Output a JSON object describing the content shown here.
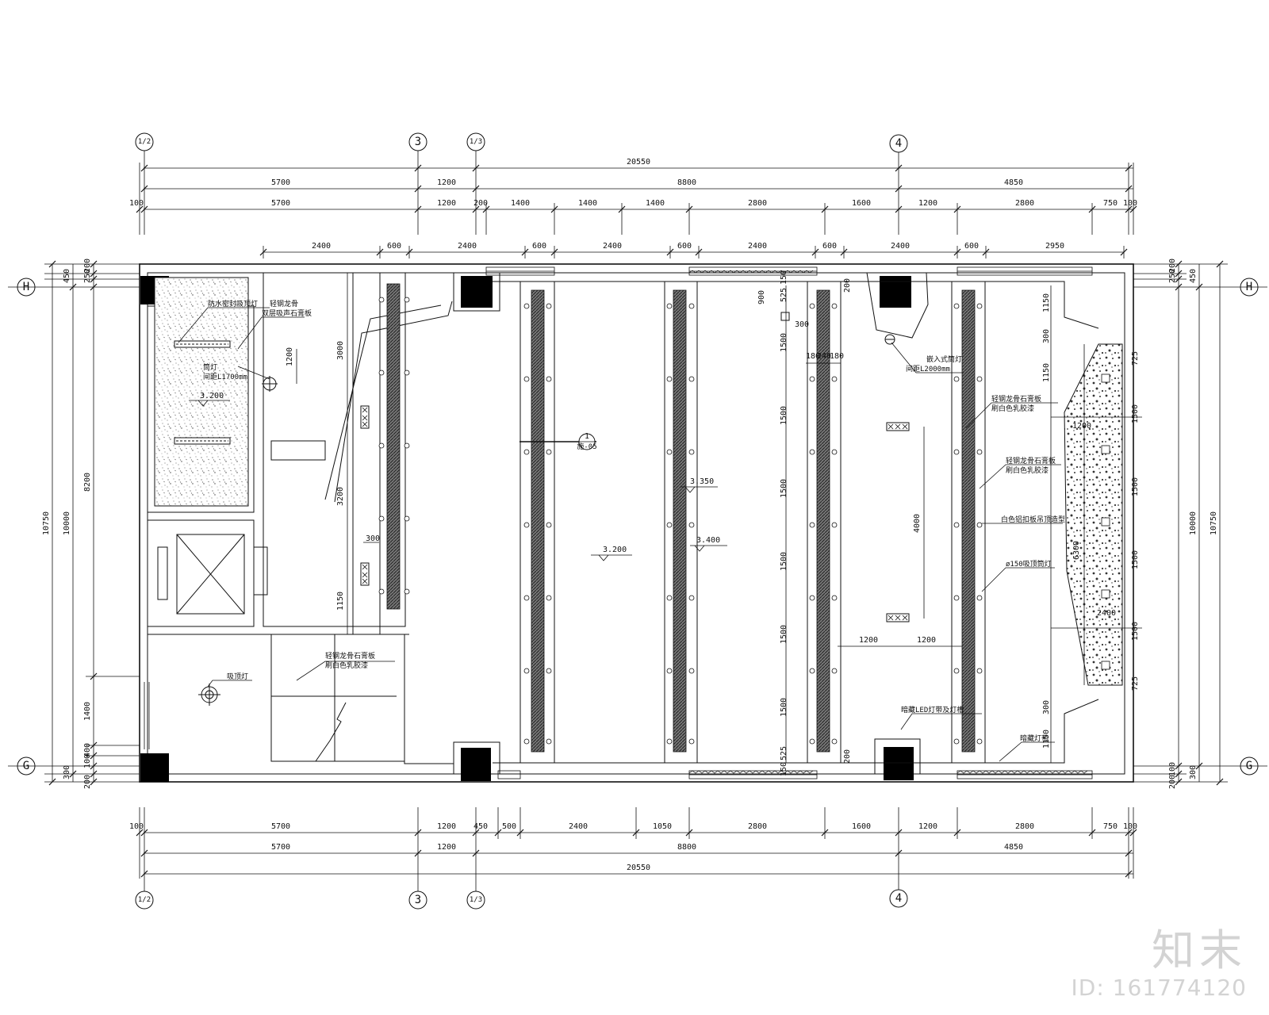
{
  "axes": {
    "half2": "1/2",
    "a3": "3",
    "half3": "1/3",
    "a4": "4",
    "H": "H",
    "G": "G"
  },
  "dims_top": {
    "total": "20550",
    "major": [
      "5700",
      "1200",
      "8800",
      "4850"
    ],
    "minor": [
      "100",
      "5700",
      "1200",
      "200",
      "1400",
      "1400",
      "1400",
      "2800",
      "1600",
      "1200",
      "2800",
      "750",
      "100"
    ],
    "modules": [
      "2400",
      "600",
      "2400",
      "600",
      "2400",
      "600",
      "2400",
      "600",
      "2400",
      "600",
      "2950"
    ]
  },
  "dims_bottom": {
    "total": "20550",
    "major": [
      "5700",
      "1200",
      "8800",
      "4850"
    ],
    "minor": [
      "100",
      "5700",
      "1200",
      "450",
      "500",
      "2400",
      "1050",
      "2800",
      "1600",
      "1200",
      "2800",
      "750",
      "100"
    ]
  },
  "dims_left": {
    "total": "10750",
    "mid": "10000",
    "inner": [
      "8200",
      "1400"
    ],
    "small": [
      "450",
      "250",
      "200",
      "400",
      "100",
      "300",
      "200"
    ]
  },
  "dims_right": {
    "total": "10750",
    "mid": "10000",
    "small": [
      "200",
      "250",
      "450",
      "100",
      "200",
      "300"
    ]
  },
  "inner_dims": {
    "d3000": "3000",
    "d3200": "3200",
    "d1200": "1200",
    "d1150a": "1150",
    "d300a": "300",
    "d900": "900",
    "d525t": "525",
    "d150t": "150",
    "d300b": "300",
    "d200t": "200",
    "c180a": "180",
    "c240": "240",
    "c180b": "180",
    "v1500": [
      "1500",
      "1500",
      "1500",
      "1500",
      "1500",
      "1500"
    ],
    "d525b": "525",
    "d150b": "150",
    "d200b": "200",
    "d4000": "4000",
    "h1200a": "1200",
    "h1200b": "1200",
    "r1150a": "1150",
    "r300a": "300",
    "r1150b": "1150",
    "r300b": "300",
    "r1150c": "1150",
    "r6300": "6300",
    "r725a": "725",
    "r1500": [
      "1500",
      "1500",
      "1500",
      "1500"
    ],
    "r725b": "725",
    "r1200": "1200",
    "r2400": "2400"
  },
  "levels": {
    "l1": "3.200",
    "l2": "3.200",
    "l3": "3.350",
    "l4": "3.400"
  },
  "section_mark": {
    "num": "1",
    "ref": "施-05"
  },
  "annotations": {
    "a1": "防水密封吸顶灯",
    "a2": "轻钢龙骨",
    "a3": "双层吸声石膏板",
    "a4": "筒灯",
    "a5": "间距L1700mm",
    "a6": "吸顶灯",
    "a7": "轻钢龙骨石膏板",
    "a8": "刷白色乳胶漆",
    "a9": "嵌入式筒灯",
    "a10": "间距L2000mm",
    "a11": "轻钢龙骨石膏板",
    "a12": "刷白色乳胶漆",
    "a13": "轻钢龙骨石膏板",
    "a14": "刷白色乳胶漆",
    "a15": "白色铝扣板吊顶造型",
    "a16": "ø150吸顶筒灯",
    "a17": "暗藏LED灯带及灯槽",
    "a18": "暗藏灯带"
  },
  "watermark": {
    "logo": "知末",
    "id": "ID: 161774120"
  }
}
